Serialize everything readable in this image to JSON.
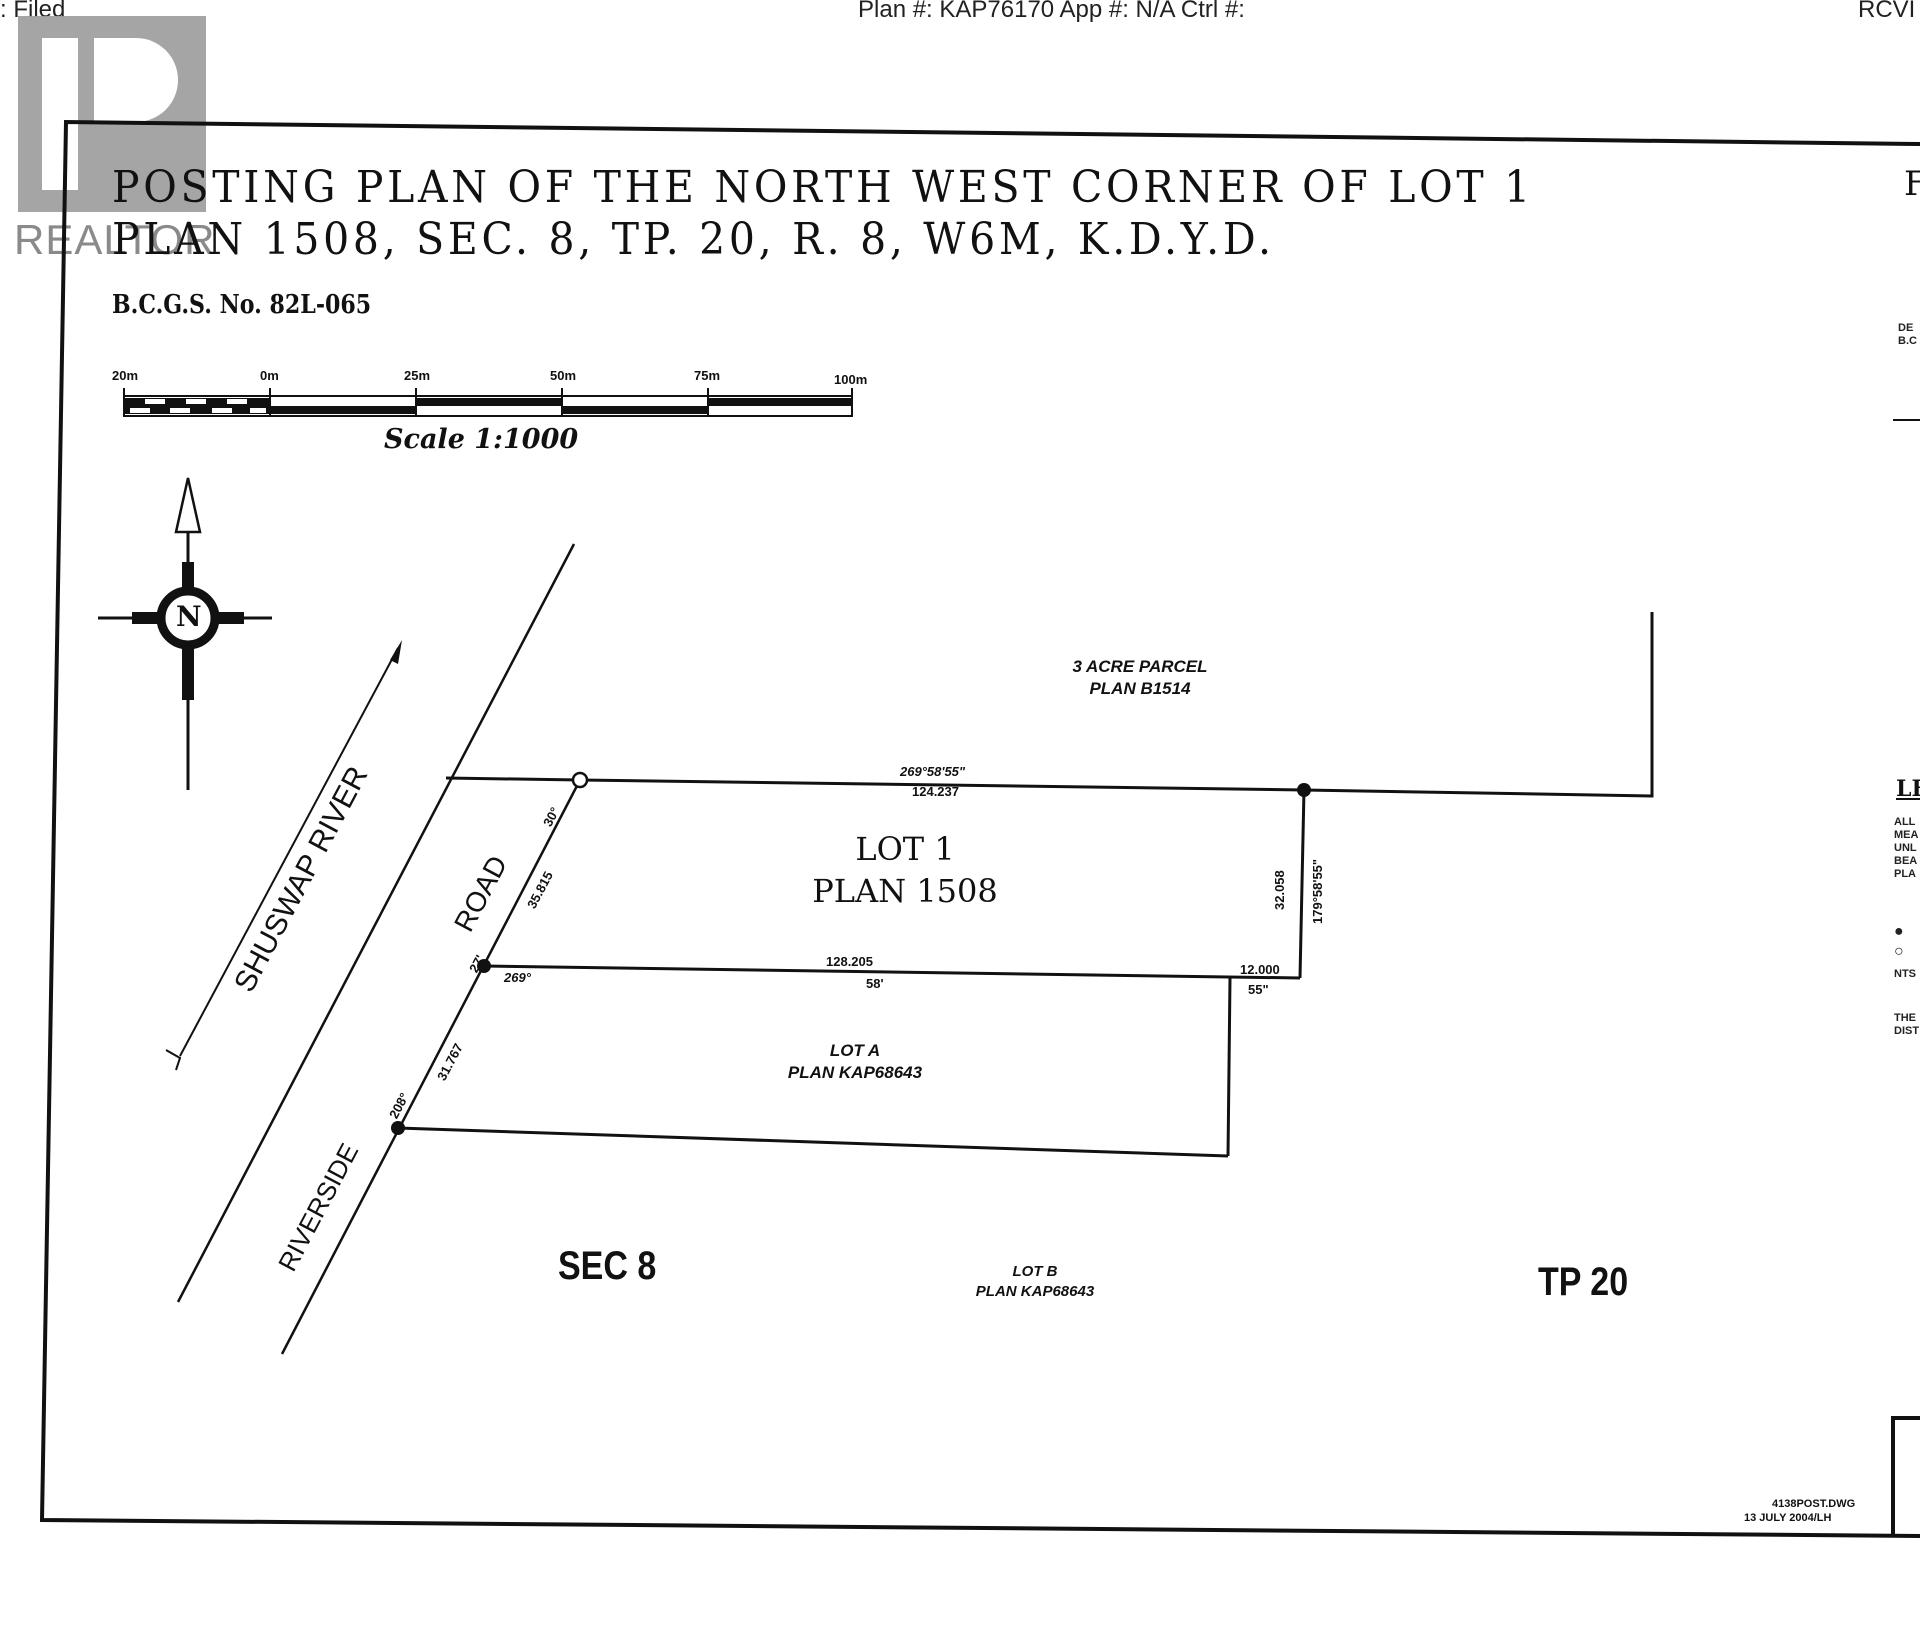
{
  "header": {
    "status_fragment": ": Filed",
    "plan_info": "Plan #: KAP76170 App #: N/A Ctrl #:",
    "right_fragment": "RCVI"
  },
  "watermark": {
    "logo_letter": "R",
    "logo_text": "REALTOR"
  },
  "plan": {
    "title_line1": "POSTING PLAN OF THE NORTH WEST CORNER OF LOT 1",
    "title_line2": "PLAN 1508, SEC. 8, TP. 20, R. 8, W6M, K.D.Y.D.",
    "bcgs": "B.C.G.S. No. 82L-065",
    "scale": {
      "ticks": [
        "20m",
        "0m",
        "25m",
        "50m",
        "75m",
        "100m"
      ],
      "label": "Scale 1:1000"
    },
    "north_arrow_letter": "N",
    "labels": {
      "river": "SHUSWAP RIVER",
      "road_upper": "ROAD",
      "road_lower": "RIVERSIDE",
      "parcel_north_line1": "3 ACRE PARCEL",
      "parcel_north_line2": "PLAN B1514",
      "lot1_line1": "LOT 1",
      "lot1_line2": "PLAN 1508",
      "lot_a_line1": "LOT A",
      "lot_a_line2": "PLAN KAP68643",
      "lot_b_line1": "LOT B",
      "lot_b_line2": "PLAN KAP68643",
      "section": "SEC 8",
      "township": "TP 20"
    },
    "dimensions": {
      "north_bearing": "269°58'55\"",
      "north_distance": "124.237",
      "west_upper_angle": "30°",
      "west_upper_distance": "35.815",
      "west_corner_angle": "27'",
      "south_bearing": "269°",
      "south_distance": "128.205",
      "south_minutes": "58'",
      "east_distance": "32.058",
      "east_bearing": "179°58'55\"",
      "east_jog_distance": "12.000",
      "east_jog_seconds": "55\"",
      "west_lower_angle": "208°",
      "west_lower_distance": "31.767"
    },
    "footer": {
      "file_name": "4138POST.DWG",
      "date": "13 JULY 2004/LH"
    },
    "right_edge": {
      "title_fragment": "F",
      "desc_line1": "DE",
      "desc_line2": "B.C",
      "legend_title": "LE",
      "legend_lines": [
        "ALL",
        "MEA",
        "UNL",
        "BEA",
        "PLA"
      ],
      "legend_symbols": [
        "●",
        "○"
      ],
      "nts": "NTS",
      "note_lines": [
        "THE",
        "DIST"
      ]
    }
  }
}
